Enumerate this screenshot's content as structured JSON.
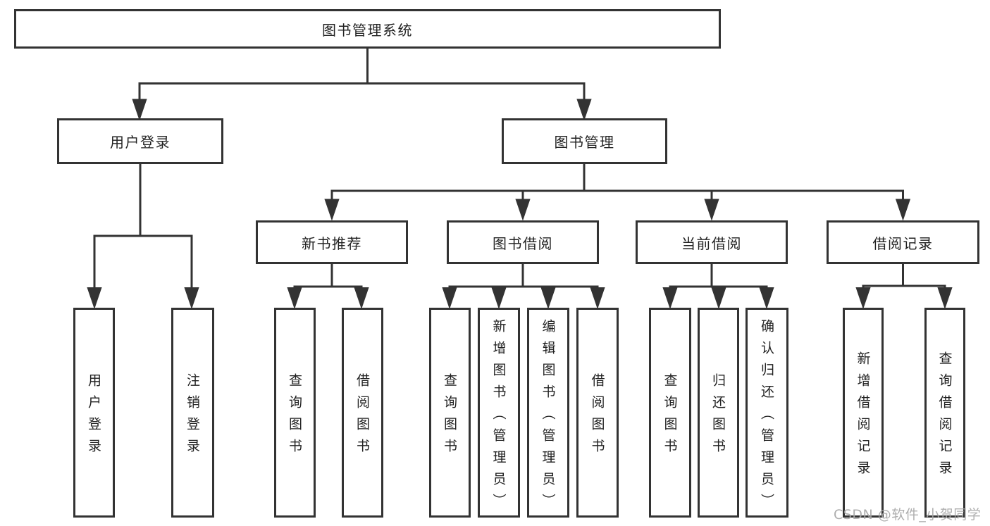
{
  "colors": {
    "background": "#ffffff",
    "line": "#333333",
    "box_border": "#333333",
    "box_fill": "#ffffff",
    "text": "#222222",
    "watermark": "#a7a7a7"
  },
  "diagram": {
    "root": "图书管理系统",
    "level2": [
      "用户登录",
      "图书管理"
    ],
    "level3": [
      "新书推荐",
      "图书借阅",
      "当前借阅",
      "借阅记录"
    ],
    "leaves": {
      "user_login": [
        "用户登录",
        "注销登录"
      ],
      "new_book_recommend": [
        "查询图书",
        "借阅图书"
      ],
      "book_borrow": [
        "查询图书",
        "新增图书（管理员）",
        "编辑图书（管理员）",
        "借阅图书"
      ],
      "current_borrow": [
        "查询图书",
        "归还图书",
        "确认归还（管理员）"
      ],
      "borrow_record": [
        "新增借阅记录",
        "查询借阅记录"
      ]
    }
  },
  "watermark": {
    "text": "CSDN @软件_小贺同学"
  }
}
